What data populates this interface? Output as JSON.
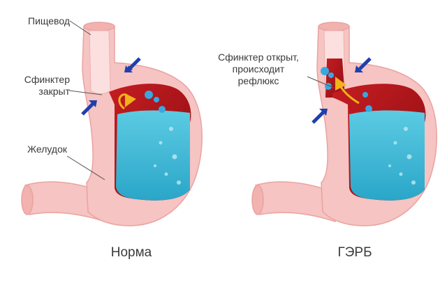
{
  "panels": {
    "left": {
      "caption": "Норма",
      "labels": {
        "esophagus": "Пищевод",
        "sphincter_line1": "Сфинктер",
        "sphincter_line2": "закрыт",
        "stomach": "Желудок"
      }
    },
    "right": {
      "caption": "ГЭРБ",
      "labels": {
        "sphincter_line1": "Сфинктер открыт,",
        "sphincter_line2": "происходит",
        "sphincter_line3": "рефлюкс"
      }
    }
  },
  "colors": {
    "stomach_wall": "#f6c4c2",
    "stomach_outline": "#e9a3a0",
    "stomach_inner": "#b3161b",
    "acid_fill": "#4fc3dd",
    "acid_dark": "#2a9fc0",
    "bubble": "#39a8e0",
    "arrow": "#1f3fae",
    "reflux_arrow": "#f2b21a",
    "text": "#3a3a3a"
  }
}
